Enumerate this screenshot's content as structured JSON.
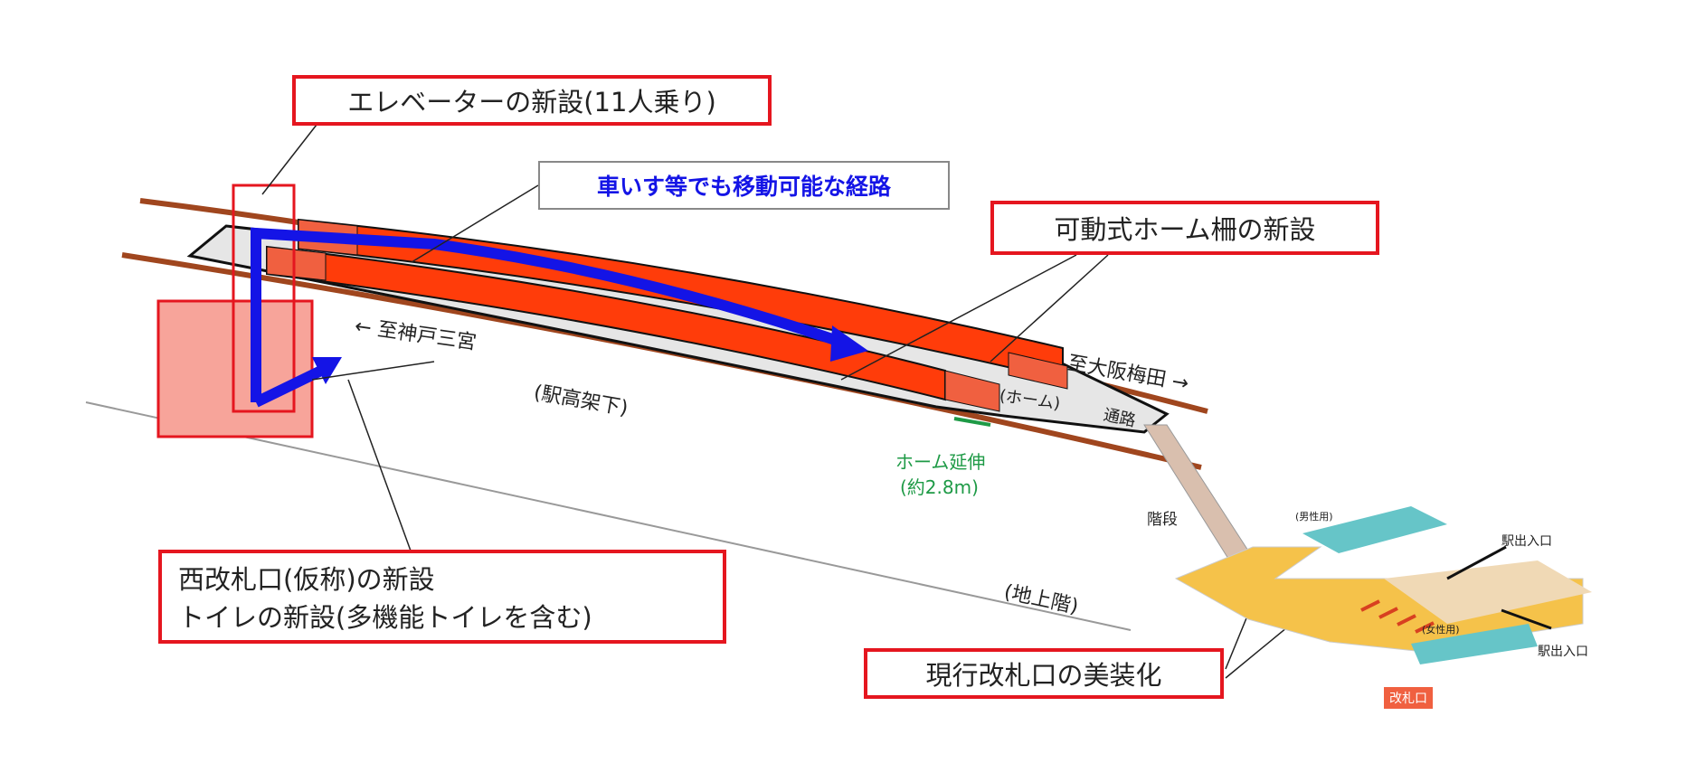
{
  "callouts": {
    "elevator": "エレベーターの新設(11人乗り)",
    "route": "車いす等でも移動可能な経路",
    "platform_gate": "可動式ホーム柵の新設",
    "west_gate_line1": "西改札口(仮称)の新設",
    "west_gate_line2": "トイレの新設(多機能トイレを含む)",
    "current_gate": "現行改札口の美装化"
  },
  "labels": {
    "to_kobe": "← 至神戸三宮",
    "under_viaduct": "(駅高架下)",
    "to_osaka": "至大阪梅田 →",
    "platform": "(ホーム)",
    "passage": "通路",
    "extension": "ホーム延伸",
    "extension_length": "(約2.8m)",
    "stairs": "階段",
    "ground_floor": "(地上階)",
    "exit1": "駅出入口",
    "exit2": "駅出入口",
    "ticket_gate": "改札口",
    "mens": "(男性用)",
    "womens": "(女性用)"
  },
  "colors": {
    "red": "#e5161f",
    "fence": "#ff3c0a",
    "blue": "#1414e6",
    "track": "#a0461e",
    "green": "#1e9a46",
    "floor": "#f5c24a",
    "toilet": "#66c5c8"
  }
}
